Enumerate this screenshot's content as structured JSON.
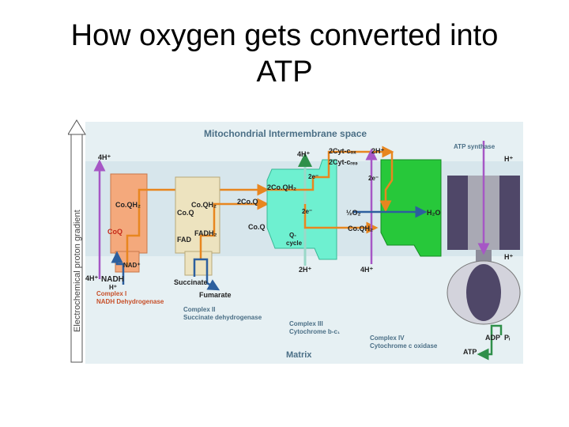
{
  "slide": {
    "title_line1": "How oxygen gets converted into",
    "title_line2": "ATP"
  },
  "diagram": {
    "gradient_label": "Electrochemical proton gradient",
    "intermembrane_label": "Mitochondrial Intermembrane space",
    "matrix_label": "Matrix",
    "complex1": {
      "h_top": "4H⁺",
      "h_bottom": "4H⁺",
      "coqh2": "Co.QH₂",
      "coq": "CoQ",
      "nadplus": "NAD⁺",
      "nadh": "NADH",
      "hplus": "H⁺",
      "name": "Complex I",
      "subname": "NADH Dehydrogenase"
    },
    "complex2": {
      "coqh2": "Co.QH₂",
      "coq": "Co.Q",
      "fadh2": "FADH₂",
      "fad": "FAD",
      "succinate": "Succinate",
      "fumarate": "Fumarate",
      "name": "Complex II",
      "subname": "Succinate dehydrogenase"
    },
    "complex3": {
      "h_top": "4H⁺",
      "cyt_ox": "2Cyt-cₒₓ",
      "cyt_red": "2Cyt-cᵣₑₔ",
      "e1": "2e⁻",
      "coqh2": "2Co.QH₂",
      "coq": "2Co.Q",
      "e2": "2e⁻",
      "coq_left": "Co.Q",
      "qcycle1": "Q-",
      "qcycle2": "cycle",
      "h_bottom": "2H⁺",
      "name": "Complex III",
      "subname": "Cytochrome b-c₁"
    },
    "complex4": {
      "h_top": "2H⁺",
      "e": "2e⁻",
      "half_o2": "½O₂",
      "h2o": "H₂O",
      "coqh2": "Co.QH₂",
      "h_bottom": "4H⁺",
      "name": "Complex IV",
      "subname": "Cytochrome c oxidase"
    },
    "atp_synthase": {
      "name": "ATP synthase",
      "h_top": "H⁺",
      "h_mid": "H⁺",
      "adp": "ADP",
      "pi": "Pᵢ",
      "atp": "ATP"
    },
    "colors": {
      "background": "#e6f0f3",
      "complex1": "#f4a97c",
      "complex2": "#ede3bf",
      "complex3": "#6ef0d0",
      "complex4": "#27c83a",
      "synthase_dark": "#4f4768",
      "synthase_light": "#a9a9b4",
      "synthase_head": "#d3d3dc",
      "arrow_orange": "#e8861f",
      "arrow_blue": "#2c5f9e",
      "arrow_purple": "#a657c5"
    }
  }
}
